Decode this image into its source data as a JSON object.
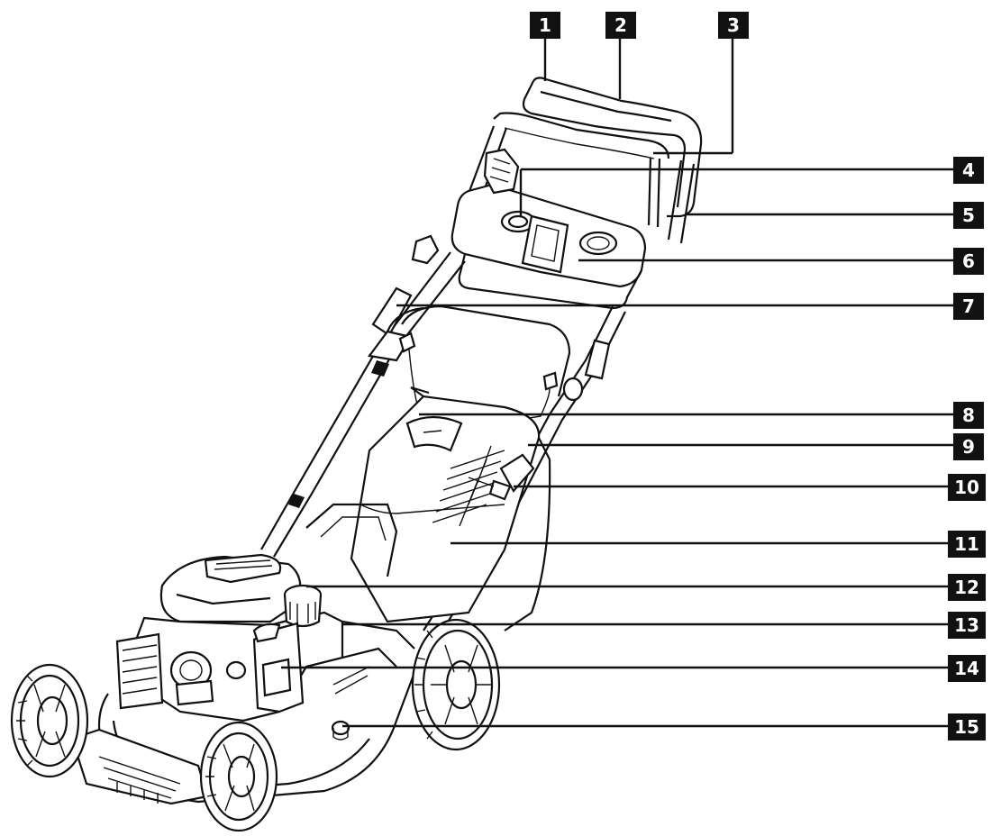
{
  "callouts": [
    {
      "id": "1",
      "label": "1"
    },
    {
      "id": "2",
      "label": "2"
    },
    {
      "id": "3",
      "label": "3"
    },
    {
      "id": "4",
      "label": "4"
    },
    {
      "id": "5",
      "label": "5"
    },
    {
      "id": "6",
      "label": "6"
    },
    {
      "id": "7",
      "label": "7"
    },
    {
      "id": "8",
      "label": "8"
    },
    {
      "id": "9",
      "label": "9"
    },
    {
      "id": "10",
      "label": "10"
    },
    {
      "id": "11",
      "label": "11"
    },
    {
      "id": "12",
      "label": "12"
    },
    {
      "id": "13",
      "label": "13"
    },
    {
      "id": "14",
      "label": "14"
    },
    {
      "id": "15",
      "label": "15"
    }
  ],
  "colors": {
    "ink": "#111111",
    "paper": "#ffffff",
    "label_bg": "#111111",
    "label_text": "#ffffff"
  }
}
